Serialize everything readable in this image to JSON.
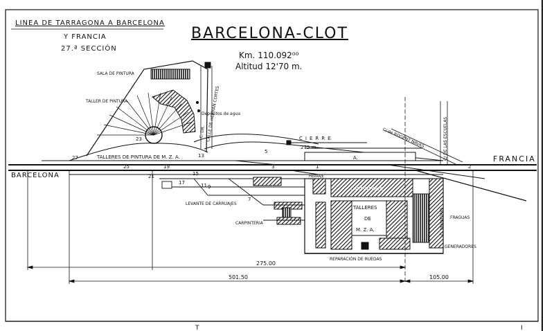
{
  "header": {
    "line_title": "LINEA DE TARRAGONA A BARCELONA",
    "line_title_2": "Y FRANCIA",
    "section": "27.ª SECCIÓN",
    "station_name": "BARCELONA-CLOT",
    "kilometre": "Km. 110.092⁰⁰",
    "altitude": "Altitud 12'70 m."
  },
  "ends": {
    "west": "BARCELONA",
    "east": "FRANCIA"
  },
  "labels": {
    "sala_pintura": "SALA DE PINTURA",
    "taller_pintura": "TALLER DE PINTURA",
    "depositos_agua": "Depósitos de agua",
    "talleres_pintura_mza": "TALLERES DE PINTURA DE M. Z. A.",
    "calle_cortes": "CALLE DE HERRAN CORTES",
    "calle_dr": "C. DR.",
    "cierre": "CIERRE",
    "cierre_len": "275 m.",
    "building_a": "A.",
    "road_fr": "C/ de ROGENT NAVAS",
    "road_escuelas": "C/ DE LAS ESCUELAS",
    "levante_carruajes": "LEVANTE DE CARRUAJES",
    "carpinteria_left": "CARPINTERIA",
    "carpinteria_main": "CARPINTERIA",
    "herraje": "HERRAJE",
    "talleres": "TALLERES",
    "de": "DE",
    "mza": "M. Z. A.",
    "municipio": "C. MUNICIPIO",
    "fraguas": "FRAGUAS",
    "generadores": "GENERADORES",
    "reparacion_ruedas": "REPARACIÓN DE RUEDAS"
  },
  "switches": [
    "27",
    "25",
    "23",
    "21",
    "19",
    "17",
    "15",
    "13",
    "11",
    "9",
    "7",
    "5",
    "3",
    "1",
    "2"
  ],
  "dimensions": {
    "d1": "275.00",
    "d2": "501.50",
    "d3": "105.00"
  },
  "bottom_marks": {
    "left": "T",
    "right": "I"
  }
}
